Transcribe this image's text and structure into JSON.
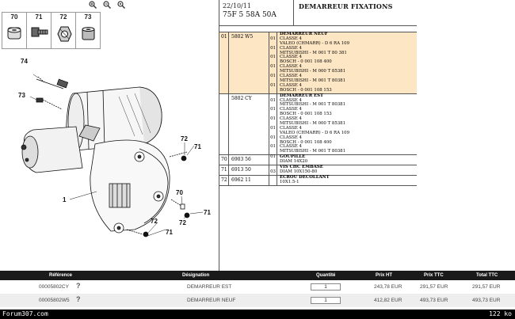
{
  "diagram": {
    "zoom_icons": [
      "zoom-in-icon",
      "zoom-out-icon",
      "zoom-reset-icon"
    ],
    "thumbs": [
      "70",
      "71",
      "72",
      "73"
    ],
    "callouts": {
      "c74": "74",
      "c73": "73",
      "c1": "1",
      "c72a": "72",
      "c71a": "71",
      "c70": "70",
      "c72b": "72",
      "c71b": "71",
      "c72c": "72",
      "c71c": "71"
    }
  },
  "sheet": {
    "date": "22/10/11",
    "model": "75F 5 58A 50A",
    "title": "DEMARREUR FIXATIONS",
    "groups": [
      {
        "col1": "01",
        "ref": "5802 W5",
        "lines": [
          {
            "qty": "",
            "text": "DEMARREUR NEUF"
          },
          {
            "qty": "01",
            "text": "CLASSE 4"
          },
          {
            "qty": "",
            "text": "VALEO (CHMARR) - D 6 RA 109"
          },
          {
            "qty": "01",
            "text": "CLASSE 4"
          },
          {
            "qty": "",
            "text": "MITSUBISHI - M 001 T 80 381"
          },
          {
            "qty": "01",
            "text": "CLASSE 4"
          },
          {
            "qty": "",
            "text": "BOSCH - 0 001 108 400"
          },
          {
            "qty": "01",
            "text": "CLASSE 4"
          },
          {
            "qty": "",
            "text": "MITSUBISHI - M 000 T 85381"
          },
          {
            "qty": "01",
            "text": "CLASSE 4"
          },
          {
            "qty": "",
            "text": "MITSUBISHI - M 001 T 80381"
          },
          {
            "qty": "01",
            "text": "CLASSE 4"
          },
          {
            "qty": "",
            "text": "BOSCH - 0 001 108 153"
          }
        ]
      },
      {
        "col1": "",
        "ref": "5802 CY",
        "lines": [
          {
            "qty": "",
            "text": "DEMARREUR EST"
          },
          {
            "qty": "01",
            "text": "CLASSE 4"
          },
          {
            "qty": "",
            "text": "MITSUBISHI - M 001 T 80381"
          },
          {
            "qty": "01",
            "text": "CLASSE 4"
          },
          {
            "qty": "",
            "text": "BOSCH - 0 001 108 153"
          },
          {
            "qty": "01",
            "text": "CLASSE 4"
          },
          {
            "qty": "",
            "text": "MITSUBISHI - M 000 T 85381"
          },
          {
            "qty": "01",
            "text": "CLASSE 4"
          },
          {
            "qty": "",
            "text": "VALEO (CHMARR) - D 6 RA 109"
          },
          {
            "qty": "01",
            "text": "CLASSE 4"
          },
          {
            "qty": "",
            "text": "BOSCH - 0 001 108 400"
          },
          {
            "qty": "01",
            "text": "CLASSE 4"
          },
          {
            "qty": "",
            "text": "MITSUBISHI - M 001 T 80381"
          }
        ]
      },
      {
        "col1": "70",
        "ref": "6903 56",
        "lines": [
          {
            "qty": "01",
            "text": "GOUPILLE"
          },
          {
            "qty": "",
            "text": "DIAM 14X20"
          }
        ]
      },
      {
        "col1": "71",
        "ref": "6913 50",
        "lines": [
          {
            "qty": "",
            "text": "VIS CHC EMBASE"
          },
          {
            "qty": "03",
            "text": "DIAM 10X150-80"
          }
        ]
      },
      {
        "col1": "72",
        "ref": "6962 11",
        "lines": [
          {
            "qty": "",
            "text": "ECROU DECOLLANT"
          },
          {
            "qty": "",
            "text": "10X1.5-1"
          }
        ]
      }
    ]
  },
  "table": {
    "headers": {
      "reference": "Référence",
      "designation": "Désignation",
      "quantite": "Quantité",
      "prix_ht": "Prix HT",
      "prix_ttc": "Prix TTC",
      "total_ttc": "Total TTC"
    },
    "rows": [
      {
        "reference": "00005802CY",
        "designation": "DEMARREUR EST",
        "quantite": "1",
        "prix_ht": "243,78 EUR",
        "prix_ttc": "291,57 EUR",
        "total_ttc": "291,57 EUR"
      },
      {
        "reference": "00005802W5",
        "designation": "DEMARREUR NEUF",
        "quantite": "1",
        "prix_ht": "412,82 EUR",
        "prix_ttc": "493,73 EUR",
        "total_ttc": "493,73 EUR"
      }
    ],
    "help_glyph": "?"
  },
  "footer": {
    "site": "Forum307.com",
    "size": "122 ko"
  },
  "colors": {
    "highlight": "#fde6c4",
    "header_bg": "#1a1a1a",
    "footer_bg": "#000000"
  }
}
